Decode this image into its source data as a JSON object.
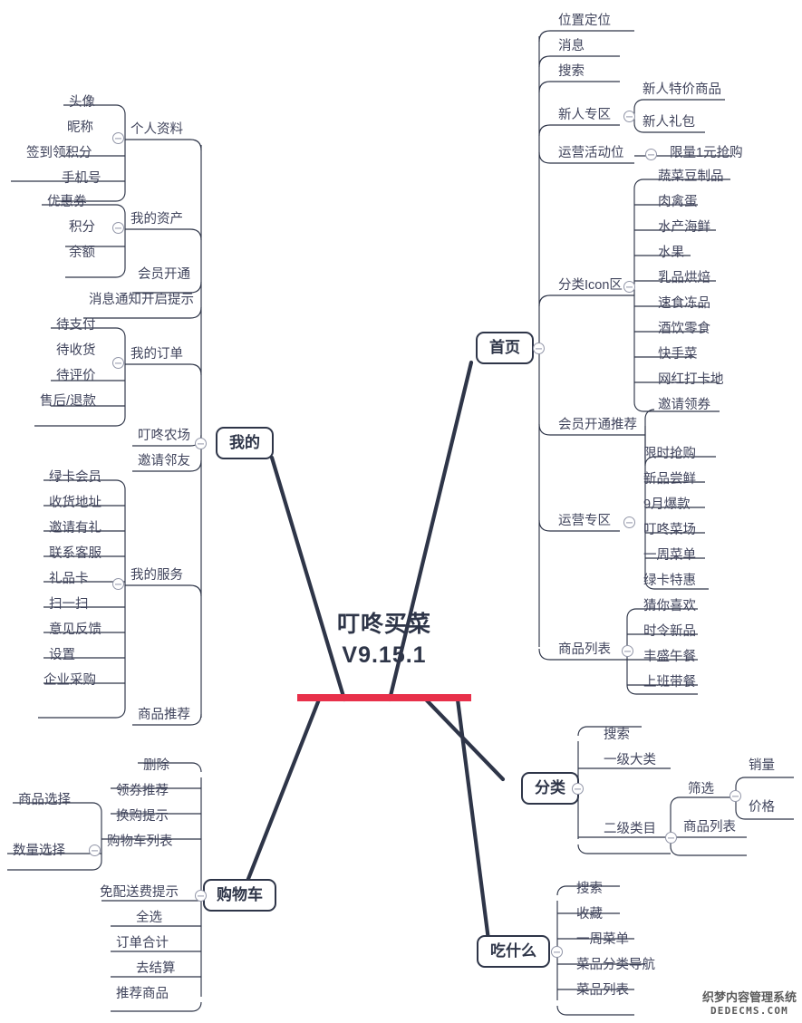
{
  "root": {
    "title": "叮咚买菜",
    "version": "V9.15.1",
    "accent_color": "#E8304A",
    "stroke_color": "#2E3548"
  },
  "watermark": {
    "cn": "织梦内容管理系统",
    "en": "DEDECMS.COM"
  },
  "branches": {
    "home": {
      "label": "首页",
      "children": [
        {
          "label": "位置定位"
        },
        {
          "label": "消息"
        },
        {
          "label": "搜索"
        },
        {
          "label": "新人专区",
          "children": [
            {
              "label": "新人特价商品"
            },
            {
              "label": "新人礼包"
            }
          ]
        },
        {
          "label": "运营活动位",
          "children": [
            {
              "label": "限量1元抢购"
            }
          ]
        },
        {
          "label": "分类Icon区",
          "children": [
            {
              "label": "蔬菜豆制品"
            },
            {
              "label": "肉禽蛋"
            },
            {
              "label": "水产海鲜"
            },
            {
              "label": "水果"
            },
            {
              "label": "乳品烘焙"
            },
            {
              "label": "速食冻品"
            },
            {
              "label": "酒饮零食"
            },
            {
              "label": "快手菜"
            },
            {
              "label": "网红打卡地"
            },
            {
              "label": "邀请领券"
            }
          ]
        },
        {
          "label": "会员开通推荐"
        },
        {
          "label": "运营专区",
          "children": [
            {
              "label": "限时抢购"
            },
            {
              "label": "新品尝鲜"
            },
            {
              "label": "9月爆款"
            },
            {
              "label": "叮咚菜场"
            },
            {
              "label": "一周菜单"
            },
            {
              "label": "绿卡特惠"
            }
          ]
        },
        {
          "label": "商品列表",
          "children": [
            {
              "label": "猜你喜欢"
            },
            {
              "label": "时令新品"
            },
            {
              "label": "丰盛午餐"
            },
            {
              "label": "上班带餐"
            }
          ]
        }
      ]
    },
    "mine": {
      "label": "我的",
      "children": [
        {
          "label": "个人资料",
          "children": [
            {
              "label": "头像"
            },
            {
              "label": "昵称"
            },
            {
              "label": "签到领积分"
            },
            {
              "label": "手机号"
            }
          ]
        },
        {
          "label": "我的资产",
          "children": [
            {
              "label": "优惠券"
            },
            {
              "label": "积分"
            },
            {
              "label": "余额"
            }
          ]
        },
        {
          "label": "会员开通"
        },
        {
          "label": "消息通知开启提示"
        },
        {
          "label": "我的订单",
          "children": [
            {
              "label": "待支付"
            },
            {
              "label": "待收货"
            },
            {
              "label": "待评价"
            },
            {
              "label": "售后/退款"
            }
          ]
        },
        {
          "label": "叮咚农场"
        },
        {
          "label": "邀请邻友"
        },
        {
          "label": "我的服务",
          "children": [
            {
              "label": "绿卡会员"
            },
            {
              "label": "收货地址"
            },
            {
              "label": "邀请有礼"
            },
            {
              "label": "联系客服"
            },
            {
              "label": "礼品卡"
            },
            {
              "label": "扫一扫"
            },
            {
              "label": "意见反馈"
            },
            {
              "label": "设置"
            },
            {
              "label": "企业采购"
            }
          ]
        },
        {
          "label": "商品推荐"
        }
      ]
    },
    "cart": {
      "label": "购物车",
      "children": [
        {
          "label": "删除"
        },
        {
          "label": "领券推荐"
        },
        {
          "label": "换购提示"
        },
        {
          "label": "购物车列表",
          "children": [
            {
              "label": "商品选择"
            },
            {
              "label": "数量选择"
            }
          ]
        },
        {
          "label": "免配送费提示"
        },
        {
          "label": "全选"
        },
        {
          "label": "订单合计"
        },
        {
          "label": "去结算"
        },
        {
          "label": "推荐商品"
        }
      ]
    },
    "category": {
      "label": "分类",
      "children": [
        {
          "label": "搜索"
        },
        {
          "label": "一级大类"
        },
        {
          "label": "二级类目",
          "children": [
            {
              "label": "筛选",
              "children": [
                {
                  "label": "销量"
                },
                {
                  "label": "价格"
                }
              ]
            },
            {
              "label": "商品列表"
            }
          ]
        }
      ]
    },
    "eat": {
      "label": "吃什么",
      "children": [
        {
          "label": "搜索"
        },
        {
          "label": "收藏"
        },
        {
          "label": "一周菜单"
        },
        {
          "label": "菜品分类导航"
        },
        {
          "label": "菜品列表"
        }
      ]
    }
  }
}
